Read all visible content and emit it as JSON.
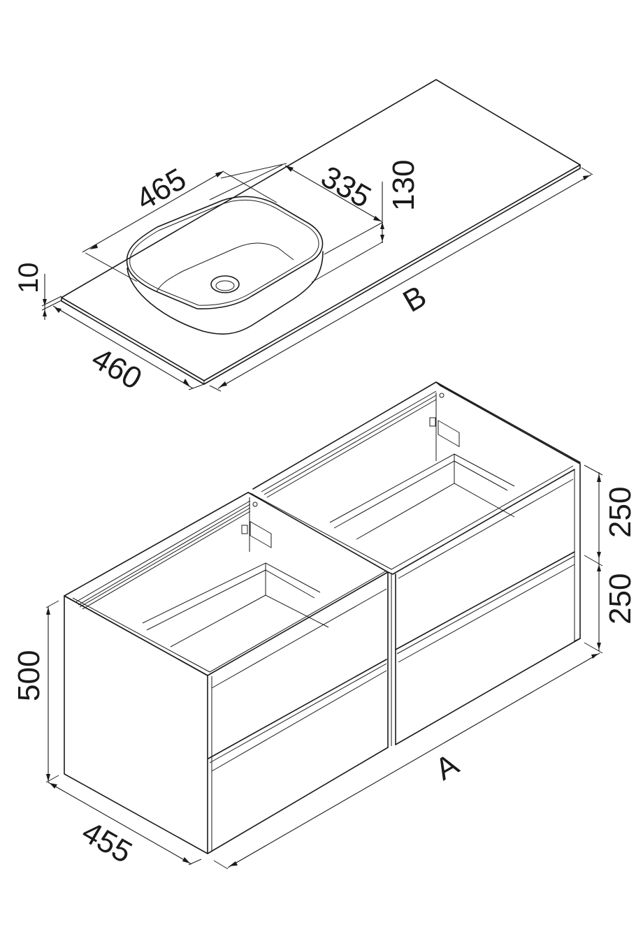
{
  "diagram": {
    "type": "isometric technical drawing",
    "subject": "Wall-hung bathroom vanity cabinet with countertop and vessel basin",
    "colors": {
      "line": "#1a1a1a",
      "background": "#ffffff"
    },
    "countertop": {
      "label_width": "B",
      "label_depth": "460",
      "label_thickness": "10"
    },
    "basin": {
      "label_length": "465",
      "label_offset_from_right": "335",
      "label_height": "130"
    },
    "cabinet": {
      "label_width": "A",
      "label_depth": "455",
      "label_height": "500",
      "label_drawer_top": "250",
      "label_drawer_bottom": "250",
      "modules": 2,
      "drawers_per_module": 2
    }
  }
}
